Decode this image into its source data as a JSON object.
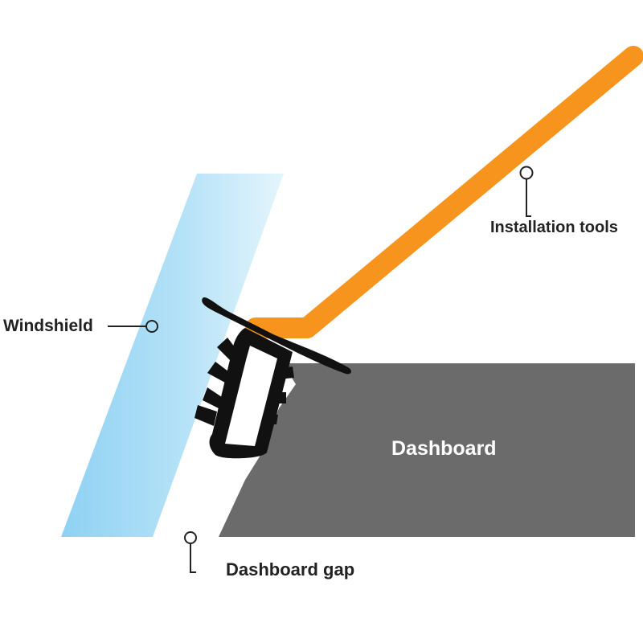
{
  "labels": {
    "windshield": "Windshield",
    "installation_tools": "Installation tools",
    "dashboard": "Dashboard",
    "dashboard_gap": "Dashboard gap"
  },
  "colors": {
    "windshield_light": "#c9eaf9",
    "windshield_dark": "#8fd1f3",
    "installation_tool": "#f7941d",
    "dashboard": "#6b6b6b",
    "seal": "#111111",
    "leader_line": "#222222",
    "text": "#222222",
    "dashboard_text": "#ffffff"
  }
}
